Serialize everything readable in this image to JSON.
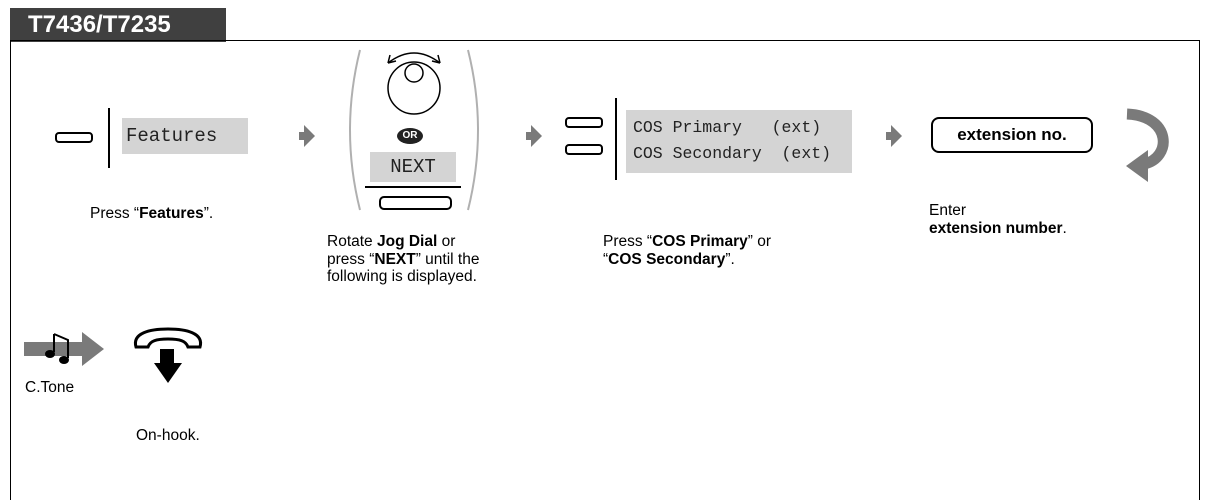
{
  "model": "T7436/T7235",
  "steps": {
    "features": {
      "lcd": "Features",
      "caption_pre": "Press “",
      "caption_bold": "Features",
      "caption_post": "”."
    },
    "jog": {
      "or": "OR",
      "next_lcd": "NEXT",
      "line1_pre": "Rotate ",
      "line1_bold": "Jog Dial",
      "line1_post": " or",
      "line2_pre": "press “",
      "line2_bold": "NEXT",
      "line2_post": "” until the",
      "line3": "following is displayed."
    },
    "cos": {
      "row1": "COS Primary   (ext)",
      "row2": "COS Secondary  (ext)",
      "line1_pre": "Press “",
      "line1_bold": "COS Primary",
      "line1_post": "” or",
      "line2_pre": "“",
      "line2_bold": "COS Secondary",
      "line2_post": "”."
    },
    "extension": {
      "box": "extension no.",
      "line1": "Enter",
      "line2_bold": "extension number",
      "line2_post": "."
    }
  },
  "tone_label": "C.Tone",
  "onhook_label": "On-hook.",
  "icons": [
    "jog-dial-icon",
    "repeat-arrow-icon",
    "confirmation-tone-icon",
    "on-hook-icon"
  ],
  "colors": {
    "tab_bg": "#404040",
    "lcd_bg": "#d4d4d4",
    "arrow": "#7a7a7a"
  }
}
